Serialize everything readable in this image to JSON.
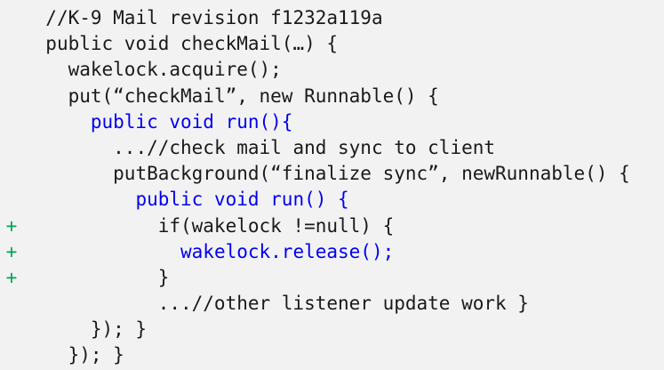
{
  "editor": {
    "background_color": "#f2f2f2",
    "text_color": "#1a1a1a",
    "highlight_color": "#0000f0",
    "diff_add_color": "#00a651",
    "diff_add_marker": "+",
    "language": "java"
  },
  "code": {
    "lines": [
      {
        "marker": "",
        "indent": "  ",
        "text": "//K-9 Mail revision f1232a119a",
        "style": "plain"
      },
      {
        "marker": "",
        "indent": "  ",
        "text": "public void checkMail(…) {",
        "style": "plain"
      },
      {
        "marker": "",
        "indent": "    ",
        "text": "wakelock.acquire();",
        "style": "plain"
      },
      {
        "marker": "",
        "indent": "    ",
        "text": "put(“checkMail”, new Runnable() {",
        "style": "plain"
      },
      {
        "marker": "",
        "indent": "      ",
        "text": "public void run(){",
        "style": "blue"
      },
      {
        "marker": "",
        "indent": "        ",
        "text": "...//check mail and sync to client",
        "style": "plain"
      },
      {
        "marker": "",
        "indent": "        ",
        "text": "putBackground(“finalize sync”, newRunnable() {",
        "style": "plain"
      },
      {
        "marker": "",
        "indent": "          ",
        "text": "public void run() {",
        "style": "blue"
      },
      {
        "marker": "+",
        "indent": "            ",
        "text": "if(wakelock !=null) {",
        "style": "plain"
      },
      {
        "marker": "+",
        "indent": "              ",
        "text": "wakelock.release();",
        "style": "blue"
      },
      {
        "marker": "+",
        "indent": "            ",
        "text": "}",
        "style": "plain"
      },
      {
        "marker": "",
        "indent": "            ",
        "text": "...//other listener update work }",
        "style": "plain"
      },
      {
        "marker": "",
        "indent": "      ",
        "text": "}); }",
        "style": "plain"
      },
      {
        "marker": "",
        "indent": "    ",
        "text": "}); }",
        "style": "plain"
      }
    ]
  }
}
